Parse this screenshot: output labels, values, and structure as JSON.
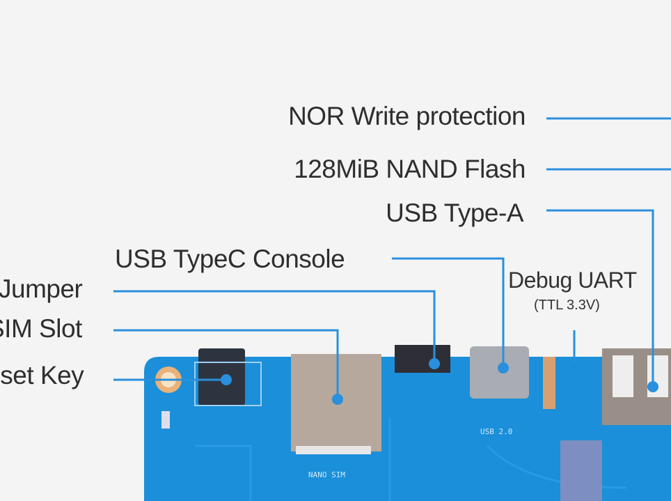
{
  "labels": {
    "nor_write_protection": "NOR Write protection",
    "nand_flash": "128MiB NAND Flash",
    "usb_type_a": "USB Type-A",
    "usb_typec_console": "USB TypeC Console",
    "debug_uart": "Debug UART",
    "debug_uart_sub": "(TTL 3.3V)",
    "jumper": "Jumper",
    "sim_slot": "SIM Slot",
    "reset_key": "Reset Key"
  },
  "board": {
    "silk_usb": "USB 2.0",
    "silk_sim": "NANO SIM"
  },
  "colors": {
    "background": "#f4f4f4",
    "leader_line": "#2a8fdc",
    "board": "#1b8fd9",
    "text": "#2e2e2e"
  }
}
